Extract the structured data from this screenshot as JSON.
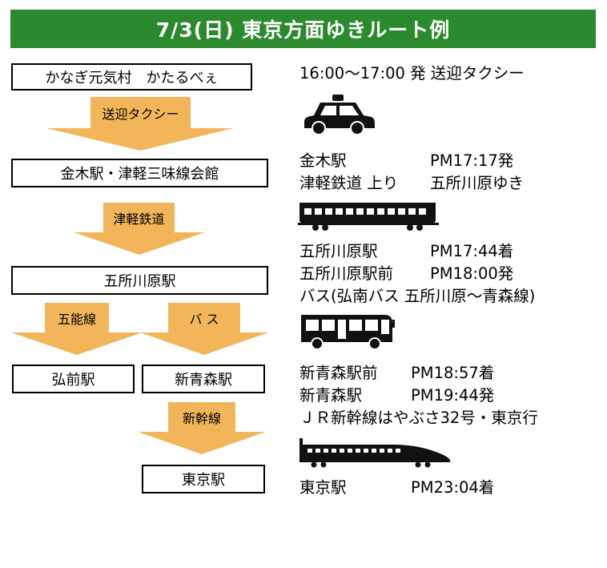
{
  "title": "7/3(日) 東京方面ゆきルート例",
  "route": {
    "start": "かなぎ元気村　かたるべぇ",
    "station1": "金木駅・津軽三味線会館",
    "station2": "五所川原駅",
    "hirosaki": "弘前駅",
    "shin_aomori": "新青森駅",
    "tokyo": "東京駅"
  },
  "arrows": {
    "taxi": "送迎タクシー",
    "tsugaru": "津軽鉄道",
    "gono": "五能線",
    "bus": "バ ス",
    "shinkansen": "新幹線"
  },
  "info": {
    "taxi_line": "16:00〜17:00 発 送迎タクシー",
    "kanagi_station": "金木駅",
    "kanagi_time": "PM17:17発",
    "tsugaru_line": "津軽鉄道 上り",
    "tsugaru_dest": "五所川原ゆき",
    "goshogawara_station": "五所川原駅",
    "goshogawara_time": "PM17:44着",
    "goshogawara_front": "五所川原駅前",
    "goshogawara_front_time": "PM18:00発",
    "bus_line": "バス(弘南バス 五所川原〜青森線)",
    "shin_aomori_front": "新青森駅前",
    "shin_aomori_front_time": "PM18:57着",
    "shin_aomori_station": "新青森駅",
    "shin_aomori_time": "PM19:44発",
    "shinkansen_line": "ＪＲ新幹線はやぶさ32号・東京行",
    "tokyo_station": "東京駅",
    "tokyo_time": "PM23:04着"
  },
  "colors": {
    "header_bg": "#2b8a2e",
    "arrow": "#f2b55a"
  },
  "icons": [
    "taxi-icon",
    "train-icon",
    "bus-icon",
    "shinkansen-icon"
  ]
}
